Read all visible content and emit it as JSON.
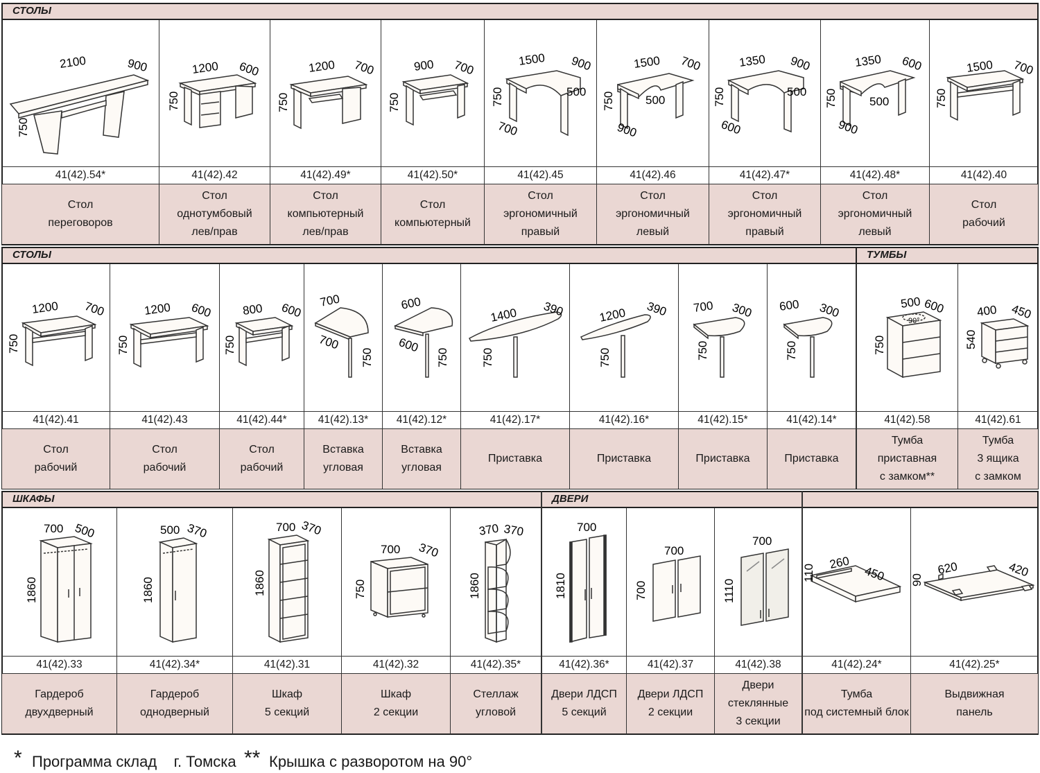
{
  "sections": {
    "s1": "СТОЛЫ",
    "s2": "СТОЛЫ",
    "s3": "ТУМБЫ",
    "s4": "ШКАФЫ",
    "s5": "ДВЕРИ"
  },
  "row1": [
    {
      "code": "41(42).54*",
      "name": "Стол\nпереговоров",
      "dims": [
        "2100",
        "900",
        "750"
      ]
    },
    {
      "code": "41(42).42",
      "name": "Стол\nоднотумбовый\nлев/прав",
      "dims": [
        "1200",
        "600",
        "750"
      ]
    },
    {
      "code": "41(42).49*",
      "name": "Стол\nкомпьютерный\nлев/прав",
      "dims": [
        "1200",
        "700",
        "750"
      ]
    },
    {
      "code": "41(42).50*",
      "name": "Стол\nкомпьютерный",
      "dims": [
        "900",
        "700",
        "750"
      ]
    },
    {
      "code": "41(42).45",
      "name": "Стол\nэргономичный\nправый",
      "dims": [
        "1500",
        "900",
        "750",
        "500",
        "700"
      ]
    },
    {
      "code": "41(42).46",
      "name": "Стол\nэргономичный\nлевый",
      "dims": [
        "1500",
        "700",
        "750",
        "500",
        "900"
      ]
    },
    {
      "code": "41(42).47*",
      "name": "Стол\nэргономичный\nправый",
      "dims": [
        "1350",
        "900",
        "750",
        "500",
        "600"
      ]
    },
    {
      "code": "41(42).48*",
      "name": "Стол\nэргономичный\nлевый",
      "dims": [
        "1350",
        "600",
        "750",
        "500",
        "900"
      ]
    },
    {
      "code": "41(42).40",
      "name": "Стол\nрабочий",
      "dims": [
        "1500",
        "700",
        "750"
      ]
    }
  ],
  "row2": [
    {
      "code": "41(42).41",
      "name": "Стол\nрабочий",
      "dims": [
        "1200",
        "700",
        "750"
      ]
    },
    {
      "code": "41(42).43",
      "name": "Стол\nрабочий",
      "dims": [
        "1200",
        "600",
        "750"
      ]
    },
    {
      "code": "41(42).44*",
      "name": "Стол\nрабочий",
      "dims": [
        "800",
        "600",
        "750"
      ]
    },
    {
      "code": "41(42).13*",
      "name": "Вставка\nугловая",
      "dims": [
        "700",
        "700",
        "750"
      ]
    },
    {
      "code": "41(42).12*",
      "name": "Вставка\nугловая",
      "dims": [
        "600",
        "600",
        "750"
      ]
    },
    {
      "code": "41(42).17*",
      "name": "Приставка",
      "dims": [
        "1400",
        "390",
        "750"
      ]
    },
    {
      "code": "41(42).16*",
      "name": "Приставка",
      "dims": [
        "1200",
        "390",
        "750"
      ]
    },
    {
      "code": "41(42).15*",
      "name": "Приставка",
      "dims": [
        "700",
        "300",
        "750"
      ]
    },
    {
      "code": "41(42).14*",
      "name": "Приставка",
      "dims": [
        "600",
        "300",
        "750"
      ]
    },
    {
      "code": "41(42).58",
      "name": "Тумба\nприставная\nс замком**",
      "dims": [
        "500",
        "600",
        "750",
        "90°"
      ]
    },
    {
      "code": "41(42).61",
      "name": "Тумба\n3 ящика\nс замком",
      "dims": [
        "400",
        "450",
        "540"
      ]
    }
  ],
  "row3": [
    {
      "code": "41(42).33",
      "name": "Гардероб\nдвухдверный",
      "dims": [
        "700",
        "500",
        "1860"
      ]
    },
    {
      "code": "41(42).34*",
      "name": "Гардероб\nоднодверный",
      "dims": [
        "500",
        "370",
        "1860"
      ]
    },
    {
      "code": "41(42).31",
      "name": "Шкаф\n5 секций",
      "dims": [
        "700",
        "370",
        "1860"
      ]
    },
    {
      "code": "41(42).32",
      "name": "Шкаф\n2 секции",
      "dims": [
        "700",
        "370",
        "750"
      ]
    },
    {
      "code": "41(42).35*",
      "name": "Стеллаж\nугловой",
      "dims": [
        "370",
        "370",
        "1860"
      ]
    },
    {
      "code": "41(42).36*",
      "name": "Двери ЛДСП\n5 секций",
      "dims": [
        "700",
        "1810"
      ]
    },
    {
      "code": "41(42).37",
      "name": "Двери ЛДСП\n2 секции",
      "dims": [
        "700",
        "700"
      ]
    },
    {
      "code": "41(42).38",
      "name": "Двери\nстеклянные\n3 секции",
      "dims": [
        "700",
        "1110"
      ]
    },
    {
      "code": "41(42).24*",
      "name": "Тумба\nпод системный блок",
      "dims": [
        "260",
        "450",
        "110"
      ]
    },
    {
      "code": "41(42).25*",
      "name": "Выдвижная\nпанель",
      "dims": [
        "620",
        "420",
        "90"
      ]
    }
  ],
  "footer": {
    "star1": "*",
    "note1": "Программа склад    г. Томска",
    "star2": "**",
    "note2": "Крышка с разворотом на 90°"
  }
}
